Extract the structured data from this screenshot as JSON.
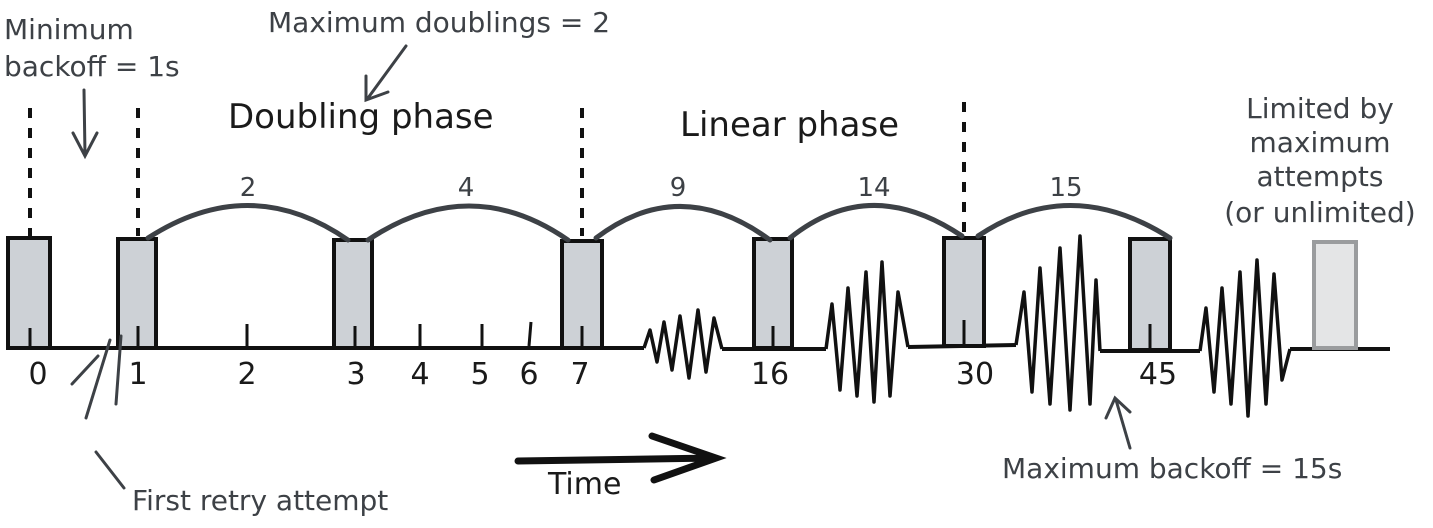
{
  "annotations": {
    "min_backoff_line1": "Minimum",
    "min_backoff_line2": "backoff = 1s",
    "max_doublings": "Maximum doublings = 2",
    "doubling_phase": "Doubling phase",
    "linear_phase": "Linear phase",
    "limited_line1": "Limited by",
    "limited_line2": "maximum",
    "limited_line3": "attempts",
    "limited_line4": "(or unlimited)",
    "first_retry": "First retry attempt",
    "max_backoff": "Maximum backoff = 15s",
    "time": "Time"
  },
  "intervals": [
    "2",
    "4",
    "9",
    "14",
    "15"
  ],
  "timeline_labels": [
    "0",
    "1",
    "2",
    "3",
    "4",
    "5",
    "6",
    "7",
    "16",
    "30",
    "45"
  ],
  "colors": {
    "attempt_fill": "#cdd1d6",
    "ghost_attempt_fill": "#e4e5e6",
    "ink": "#111111",
    "annotation_ink": "#3d4146"
  }
}
